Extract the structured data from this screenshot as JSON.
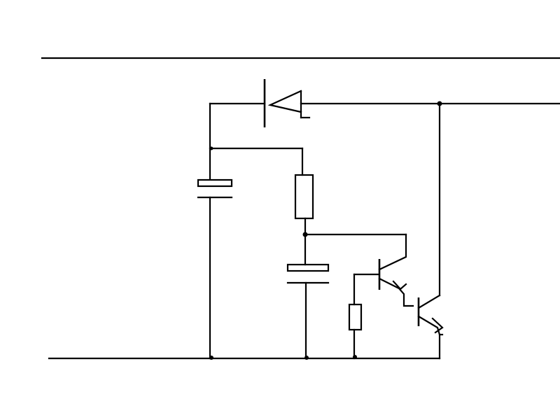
{
  "diagram": {
    "type": "circuit-schematic",
    "colors": {
      "background": "#ffffff",
      "ink": "#000000"
    },
    "components": [
      {
        "kind": "diode",
        "name": "diode"
      },
      {
        "kind": "electrolytic-capacitor",
        "name": "capacitor-1"
      },
      {
        "kind": "resistor",
        "name": "resistor-1"
      },
      {
        "kind": "electrolytic-capacitor",
        "name": "capacitor-2"
      },
      {
        "kind": "resistor",
        "name": "resistor-2"
      },
      {
        "kind": "npn-transistor",
        "name": "transistor-1"
      },
      {
        "kind": "npn-transistor",
        "name": "transistor-2"
      }
    ],
    "rails": [
      "top-rail",
      "bottom-rail"
    ],
    "text_labels": []
  }
}
